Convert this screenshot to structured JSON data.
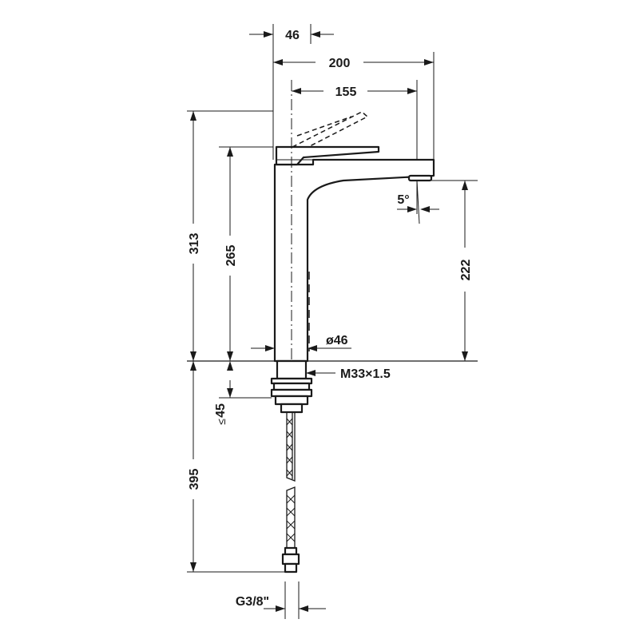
{
  "dimensions": {
    "spout_top_offset": "46",
    "overall_reach": "200",
    "handle_reach": "155",
    "height_lever": "313",
    "height_body": "265",
    "height_outlet": "222",
    "spout_angle": "5°",
    "base_diameter": "ø46",
    "thread": "M33×1.5",
    "deck_thickness": "45",
    "deck_thickness_qualifier": "≤",
    "hose_length": "395",
    "hose_connection": "G3/8\""
  }
}
